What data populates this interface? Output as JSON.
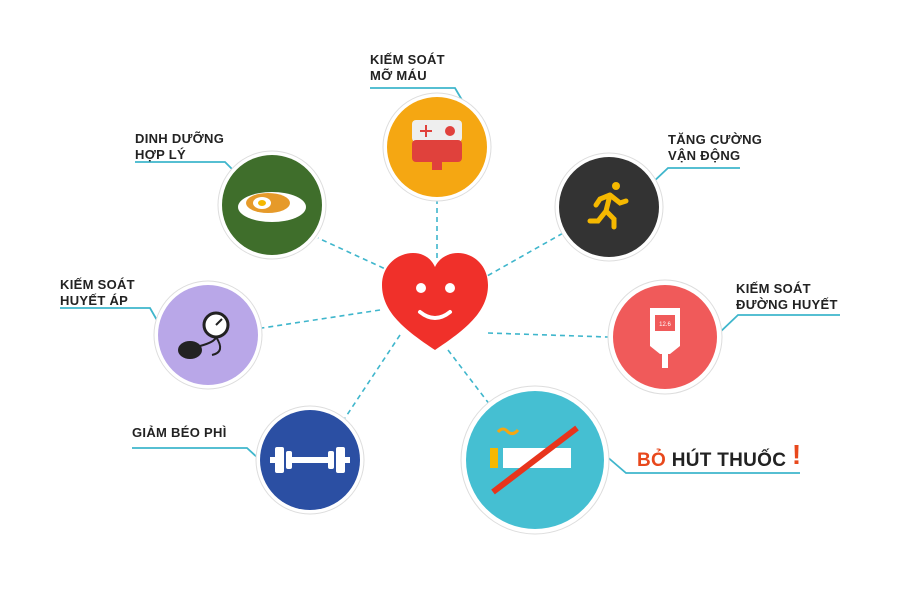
{
  "center": {
    "icon": "smiling-heart-icon",
    "color": "#f0302a"
  },
  "nodes": [
    {
      "id": "lipid",
      "lines": [
        "KIẾM SOÁT",
        "MỠ MÁU"
      ],
      "icon": "blood-bag-icon",
      "color": "#f5a712"
    },
    {
      "id": "exercise",
      "lines": [
        "TĂNG CƯỜNG",
        "VẬN ĐỘNG"
      ],
      "icon": "running-man-icon",
      "color": "#333333"
    },
    {
      "id": "glucose",
      "lines": [
        "KIẾM SOÁT",
        "ĐƯỜNG HUYẾT"
      ],
      "icon": "glucometer-icon",
      "color": "#f05a5a"
    },
    {
      "id": "smoking",
      "lines": [
        "BỎ",
        "HÚT THUỐC",
        "!"
      ],
      "icon": "no-smoking-icon",
      "color": "#45bfd2"
    },
    {
      "id": "obesity",
      "lines": [
        "GIẢM BÉO PHÌ"
      ],
      "icon": "dumbbell-icon",
      "color": "#2b4fa3"
    },
    {
      "id": "bp",
      "lines": [
        "KIẾM SOÁT",
        "HUYẾT ÁP"
      ],
      "icon": "blood-pressure-gauge-icon",
      "color": "#b9a7e8"
    },
    {
      "id": "diet",
      "lines": [
        "DINH DƯỠNG",
        "HỢP LÝ"
      ],
      "icon": "food-plate-icon",
      "color": "#3f6e2b"
    }
  ],
  "connector_color": "#3fb6cc",
  "glucometer_reading": "12.6"
}
